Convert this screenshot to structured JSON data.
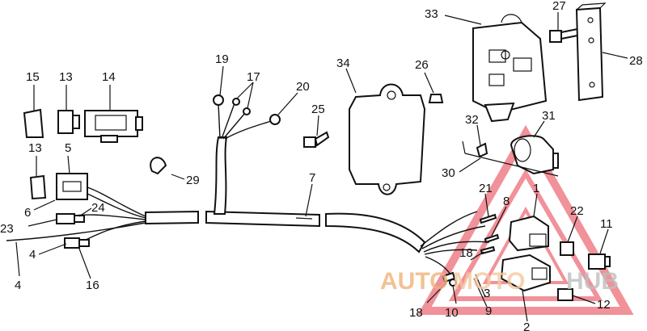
{
  "diagram": {
    "labels": [
      {
        "id": "l33",
        "text": "33"
      },
      {
        "id": "l27",
        "text": "27"
      },
      {
        "id": "l28",
        "text": "28"
      },
      {
        "id": "l34",
        "text": "34"
      },
      {
        "id": "l26",
        "text": "26"
      },
      {
        "id": "l31",
        "text": "31"
      },
      {
        "id": "l32",
        "text": "32"
      },
      {
        "id": "l30",
        "text": "30"
      },
      {
        "id": "l19",
        "text": "19"
      },
      {
        "id": "l17",
        "text": "17"
      },
      {
        "id": "l20",
        "text": "20"
      },
      {
        "id": "l25",
        "text": "25"
      },
      {
        "id": "l15",
        "text": "15"
      },
      {
        "id": "l13a",
        "text": "13"
      },
      {
        "id": "l14",
        "text": "14"
      },
      {
        "id": "l13b",
        "text": "13"
      },
      {
        "id": "l5",
        "text": "5"
      },
      {
        "id": "l29",
        "text": "29"
      },
      {
        "id": "l7",
        "text": "7"
      },
      {
        "id": "l6",
        "text": "6"
      },
      {
        "id": "l24",
        "text": "24"
      },
      {
        "id": "l23",
        "text": "23"
      },
      {
        "id": "l4a",
        "text": "4"
      },
      {
        "id": "l4b",
        "text": "4"
      },
      {
        "id": "l16",
        "text": "16"
      },
      {
        "id": "l21",
        "text": "21"
      },
      {
        "id": "l8",
        "text": "8"
      },
      {
        "id": "l1",
        "text": "1"
      },
      {
        "id": "l22",
        "text": "22"
      },
      {
        "id": "l11",
        "text": "11"
      },
      {
        "id": "l18a",
        "text": "18"
      },
      {
        "id": "l3",
        "text": "3"
      },
      {
        "id": "l18b",
        "text": "18"
      },
      {
        "id": "l10",
        "text": "10"
      },
      {
        "id": "l9",
        "text": "9"
      },
      {
        "id": "l12",
        "text": "12"
      },
      {
        "id": "l2",
        "text": "2"
      }
    ]
  },
  "watermark": {
    "part1": "AUTO",
    "part2": "MOTO",
    "part3": "HUB",
    "color_main": "#f0b27a",
    "color_accent": "#e63946",
    "color_hub": "#bfbfbf"
  }
}
